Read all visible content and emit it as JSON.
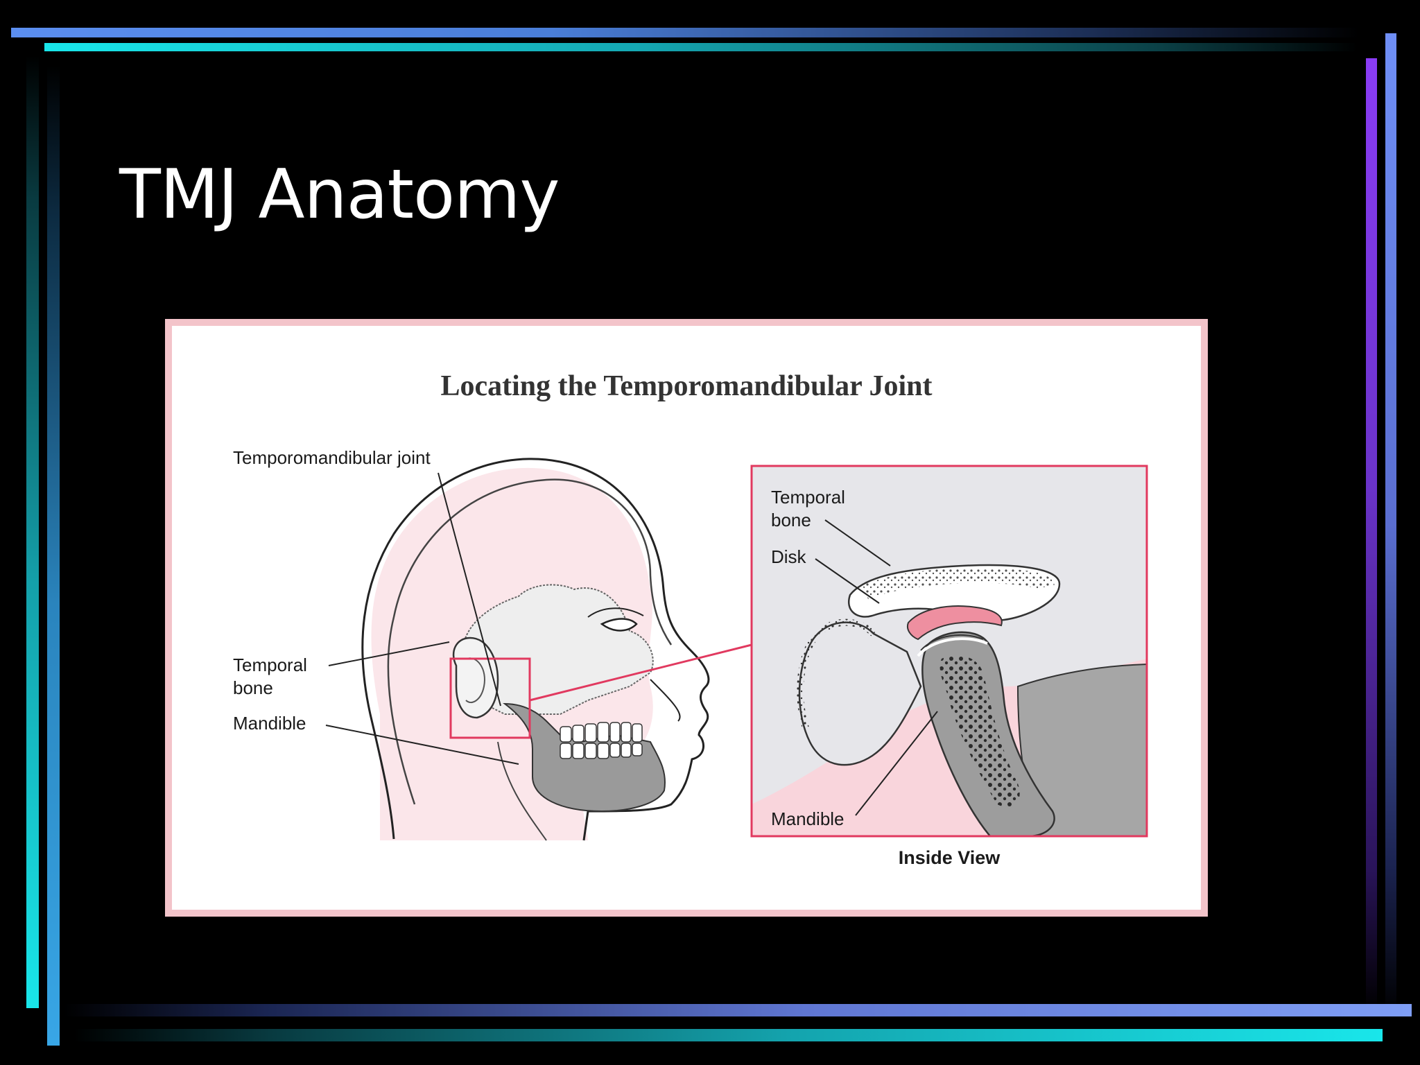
{
  "slide": {
    "title": "TMJ Anatomy"
  },
  "figure": {
    "title": "Locating the Temporomandibular Joint",
    "left_labels": {
      "tmj": "Temporomandibular joint",
      "temporal_line1": "Temporal",
      "temporal_line2": "bone",
      "mandible": "Mandible"
    },
    "inset_labels": {
      "temporal_line1": "Temporal",
      "temporal_line2": "bone",
      "disk": "Disk",
      "mandible": "Mandible"
    },
    "inset_caption": "Inside View"
  },
  "colors": {
    "accent_pink": "#e1395f",
    "skin_pink": "#fbe3e7",
    "bone_gray": "#9a9a9a",
    "inset_bg": "#e6e6ea"
  }
}
